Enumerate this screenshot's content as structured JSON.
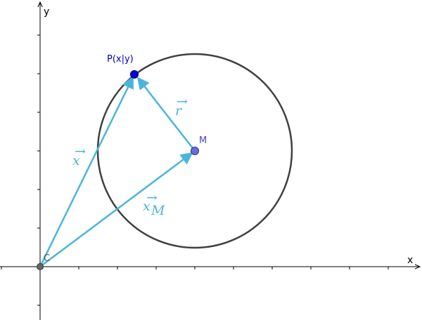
{
  "axes": {
    "x_label": "x",
    "y_label": "y"
  },
  "points": {
    "P": {
      "label": "P(x|y)",
      "color": "#0000cc"
    },
    "M": {
      "label": "M",
      "color": "#4444cc"
    },
    "O": {
      "label": "C",
      "color": "#555555"
    }
  },
  "vectors": {
    "x": {
      "label": "x",
      "arrow": "→"
    },
    "r": {
      "label": "r",
      "arrow": "→"
    },
    "xM": {
      "label": "x",
      "subscript": "M",
      "arrow": "→"
    }
  },
  "colors": {
    "vector": "#4ab5dc",
    "circle": "#404040",
    "axis": "#000000"
  }
}
